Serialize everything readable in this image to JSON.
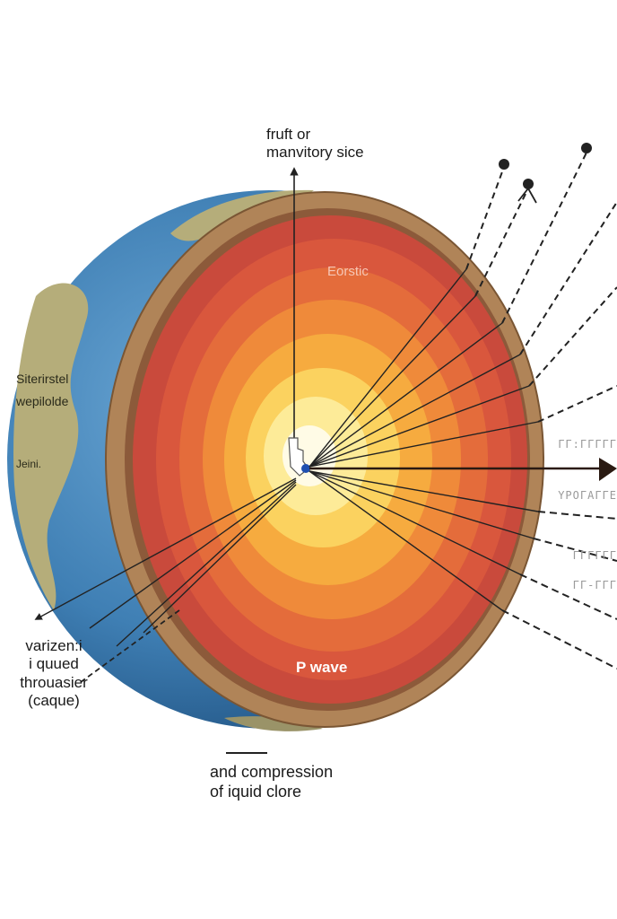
{
  "labels": {
    "top": [
      "fruft or",
      "manvitory sice"
    ],
    "crust": "Eorstic",
    "left_region": [
      "Siterirstel",
      "wepilolde"
    ],
    "left_small": "Jeini.",
    "bottom_left": [
      "varizen:i",
      "i quued",
      "throuasier",
      "(caque)"
    ],
    "p_wave": "P wave",
    "bottom": [
      "and compression",
      "of iquid clore"
    ],
    "faded_rows": [
      "ΓΓ:ΓΓΓΓΓ",
      "ΥΡΟΓΑΓΓΕ",
      "ΓΓΓΓΓΓ",
      "ΓΓ-ΓΓΓ"
    ]
  },
  "colors": {
    "ocean": "#3f7fb4",
    "land": "#b5ad7a",
    "crust": "#b08458",
    "mantle_outer": "#c94a3c",
    "core_inner": "#fff4b0"
  }
}
